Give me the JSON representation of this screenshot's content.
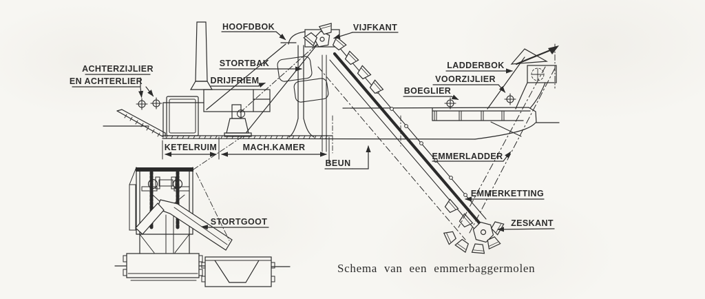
{
  "figure": {
    "caption": "Schema van een emmerbaggermolen",
    "ink_color": "#2b2b2b",
    "paper_color": "#f7f6f2"
  },
  "labels": {
    "achterlier_line1": "ACHTERZIJLIER",
    "achterlier_line2": "EN ACHTERLIER",
    "hoofdbok": "HOOFDBOK",
    "vijfkant": "VIJFKANT",
    "stortbak": "STORTBAK",
    "drijfriem": "DRIJFRIEM",
    "ladderbok": "LADDERBOK",
    "voorzijlier": "VOORZIJLIER",
    "boeglier": "BOEGLIER",
    "ketelruim": "KETELRUIM",
    "machkamer": "MACH.KAMER",
    "beun": "BEUN",
    "emmerladder": "EMMERLADDER",
    "emmerketting": "EMMERKETTING",
    "zeskant": "ZESKANT",
    "stortgoot": "STORTGOOT"
  }
}
